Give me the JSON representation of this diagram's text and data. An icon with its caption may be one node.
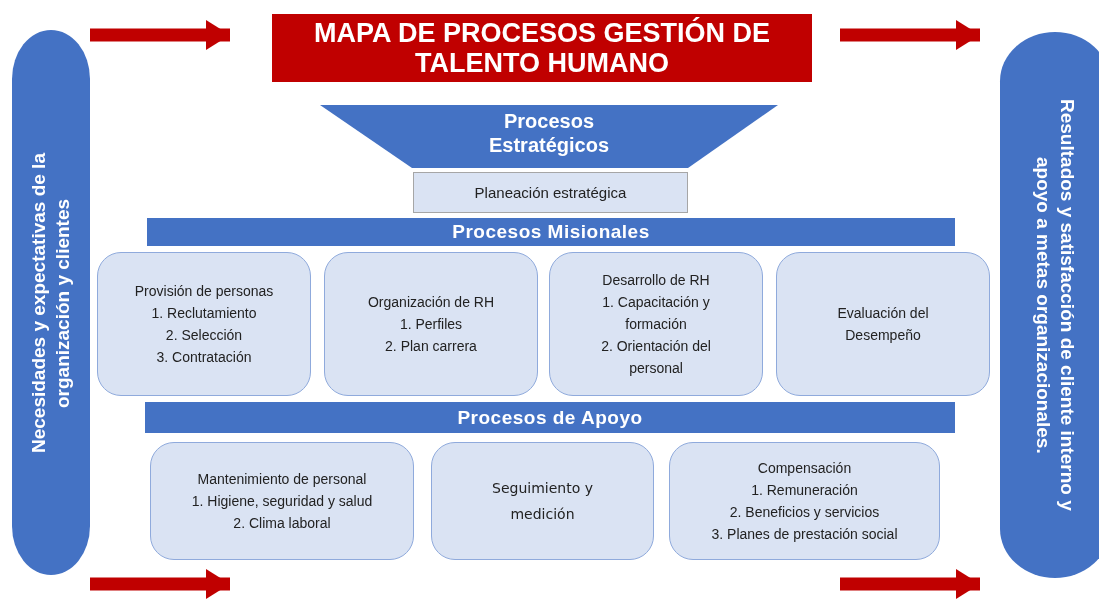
{
  "diagram": {
    "title": "MAPA DE PROCESOS GESTIÓN DE TALENTO HUMANO",
    "nodes": [
      {
        "text": [
          "Necesidades y expectativas de la organización y clientes"
        ]
      },
      {
        "text": [
          "Procesos Estratégicos"
        ]
      },
      {
        "text": [
          "Planeación estratégica"
        ]
      },
      {
        "text": [
          "Procesos Misionales"
        ]
      },
      {
        "text": [
          "Provisión de personas",
          "1. Reclutamiento",
          "2. Selección",
          "3. Contratación"
        ]
      },
      {
        "text": [
          "Organización de RH",
          "1. Perfiles",
          "2. Plan carrera"
        ]
      },
      {
        "text": [
          "Desarrollo de RH",
          "1. Capacitación y formación",
          "2. Orientación del personal"
        ]
      },
      {
        "text": [
          "Evaluación del Desempeño"
        ]
      },
      {
        "text": [
          "Procesos de Apoyo"
        ]
      },
      {
        "text": [
          "Mantenimiento de personal",
          "1. Higiene, seguridad y salud",
          "2. Clima laboral"
        ]
      },
      {
        "text": [
          "Seguimiento y medición"
        ]
      },
      {
        "text": [
          "Compensación",
          "1. Remuneración",
          "2. Beneficios y servicios",
          "3. Planes de prestación social"
        ]
      },
      {
        "text": [
          "Resultados y satisfacción de cliente interno y apoyo a metas organizacionales."
        ]
      }
    ],
    "edges": [
      {
        "from": 0,
        "to": null,
        "arrow": "to",
        "color": "#c00000"
      },
      {
        "from": null,
        "to": 12,
        "arrow": "to",
        "color": "#c00000"
      },
      {
        "from": 0,
        "to": 9,
        "arrow": "to",
        "color": "#c00000"
      },
      {
        "from": null,
        "to": 12,
        "arrow": "to",
        "color": "#c00000"
      }
    ]
  }
}
